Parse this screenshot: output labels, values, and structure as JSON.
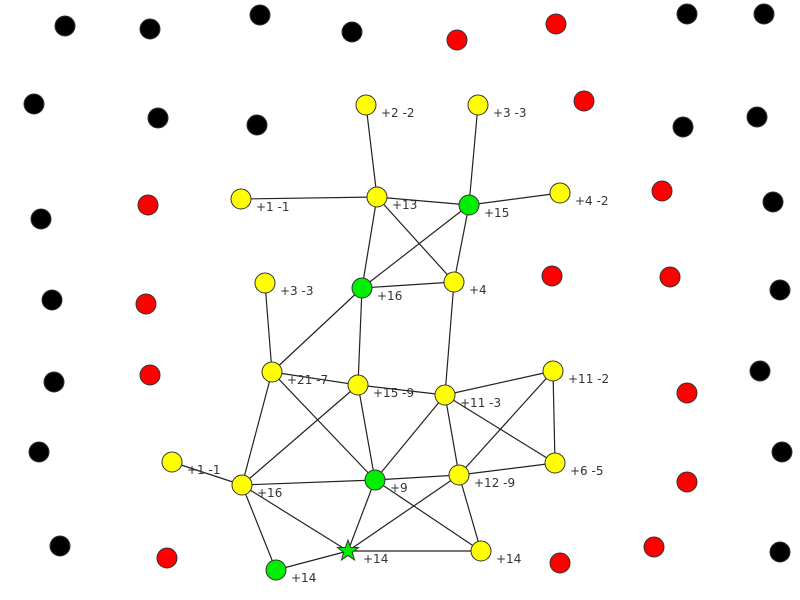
{
  "colors": {
    "inactive": "#000000",
    "enemy": "#ff0000",
    "owned": "#ffff00",
    "active": "#00ee00",
    "edge": "#222222"
  },
  "nodes": [
    {
      "id": "A",
      "type": "owned",
      "label": "+2 -2"
    },
    {
      "id": "B",
      "type": "owned",
      "label": "+3 -3"
    },
    {
      "id": "C",
      "type": "owned",
      "label": "+1 -1"
    },
    {
      "id": "D",
      "type": "owned",
      "label": "+13"
    },
    {
      "id": "E",
      "type": "active",
      "label": "+15"
    },
    {
      "id": "F",
      "type": "owned",
      "label": "+4 -2"
    },
    {
      "id": "G",
      "type": "owned",
      "label": "+3 -3"
    },
    {
      "id": "H",
      "type": "active",
      "label": "+16"
    },
    {
      "id": "I",
      "type": "owned",
      "label": "+4"
    },
    {
      "id": "J",
      "type": "owned",
      "label": "+21 -7"
    },
    {
      "id": "K",
      "type": "owned",
      "label": "+15 -9"
    },
    {
      "id": "L",
      "type": "owned",
      "label": "+11 -3"
    },
    {
      "id": "M",
      "type": "owned",
      "label": "+11 -2"
    },
    {
      "id": "N",
      "type": "owned",
      "label": "+1 -1"
    },
    {
      "id": "O",
      "type": "owned",
      "label": "+16"
    },
    {
      "id": "P",
      "type": "active",
      "label": "+9"
    },
    {
      "id": "Q",
      "type": "owned",
      "label": "+12 -9"
    },
    {
      "id": "R",
      "type": "owned",
      "label": "+6 -5"
    },
    {
      "id": "S",
      "type": "active-star",
      "label": "+14"
    },
    {
      "id": "T",
      "type": "owned",
      "label": "+14"
    },
    {
      "id": "U",
      "type": "active",
      "label": "+14"
    }
  ],
  "edges": [
    [
      "A",
      "D"
    ],
    [
      "B",
      "E"
    ],
    [
      "C",
      "D"
    ],
    [
      "D",
      "E"
    ],
    [
      "E",
      "F"
    ],
    [
      "D",
      "H"
    ],
    [
      "D",
      "I"
    ],
    [
      "E",
      "H"
    ],
    [
      "E",
      "I"
    ],
    [
      "H",
      "I"
    ],
    [
      "G",
      "J"
    ],
    [
      "H",
      "J"
    ],
    [
      "H",
      "K"
    ],
    [
      "I",
      "L"
    ],
    [
      "J",
      "K"
    ],
    [
      "K",
      "L"
    ],
    [
      "L",
      "M"
    ],
    [
      "J",
      "O"
    ],
    [
      "J",
      "P"
    ],
    [
      "K",
      "O"
    ],
    [
      "K",
      "P"
    ],
    [
      "L",
      "P"
    ],
    [
      "L",
      "Q"
    ],
    [
      "L",
      "R"
    ],
    [
      "M",
      "Q"
    ],
    [
      "M",
      "R"
    ],
    [
      "N",
      "O"
    ],
    [
      "O",
      "P"
    ],
    [
      "P",
      "Q"
    ],
    [
      "Q",
      "R"
    ],
    [
      "O",
      "S"
    ],
    [
      "O",
      "U"
    ],
    [
      "U",
      "S"
    ],
    [
      "P",
      "S"
    ],
    [
      "P",
      "T"
    ],
    [
      "Q",
      "S"
    ],
    [
      "Q",
      "T"
    ],
    [
      "S",
      "T"
    ]
  ],
  "black_dot_count": 21,
  "red_dot_count": 14
}
